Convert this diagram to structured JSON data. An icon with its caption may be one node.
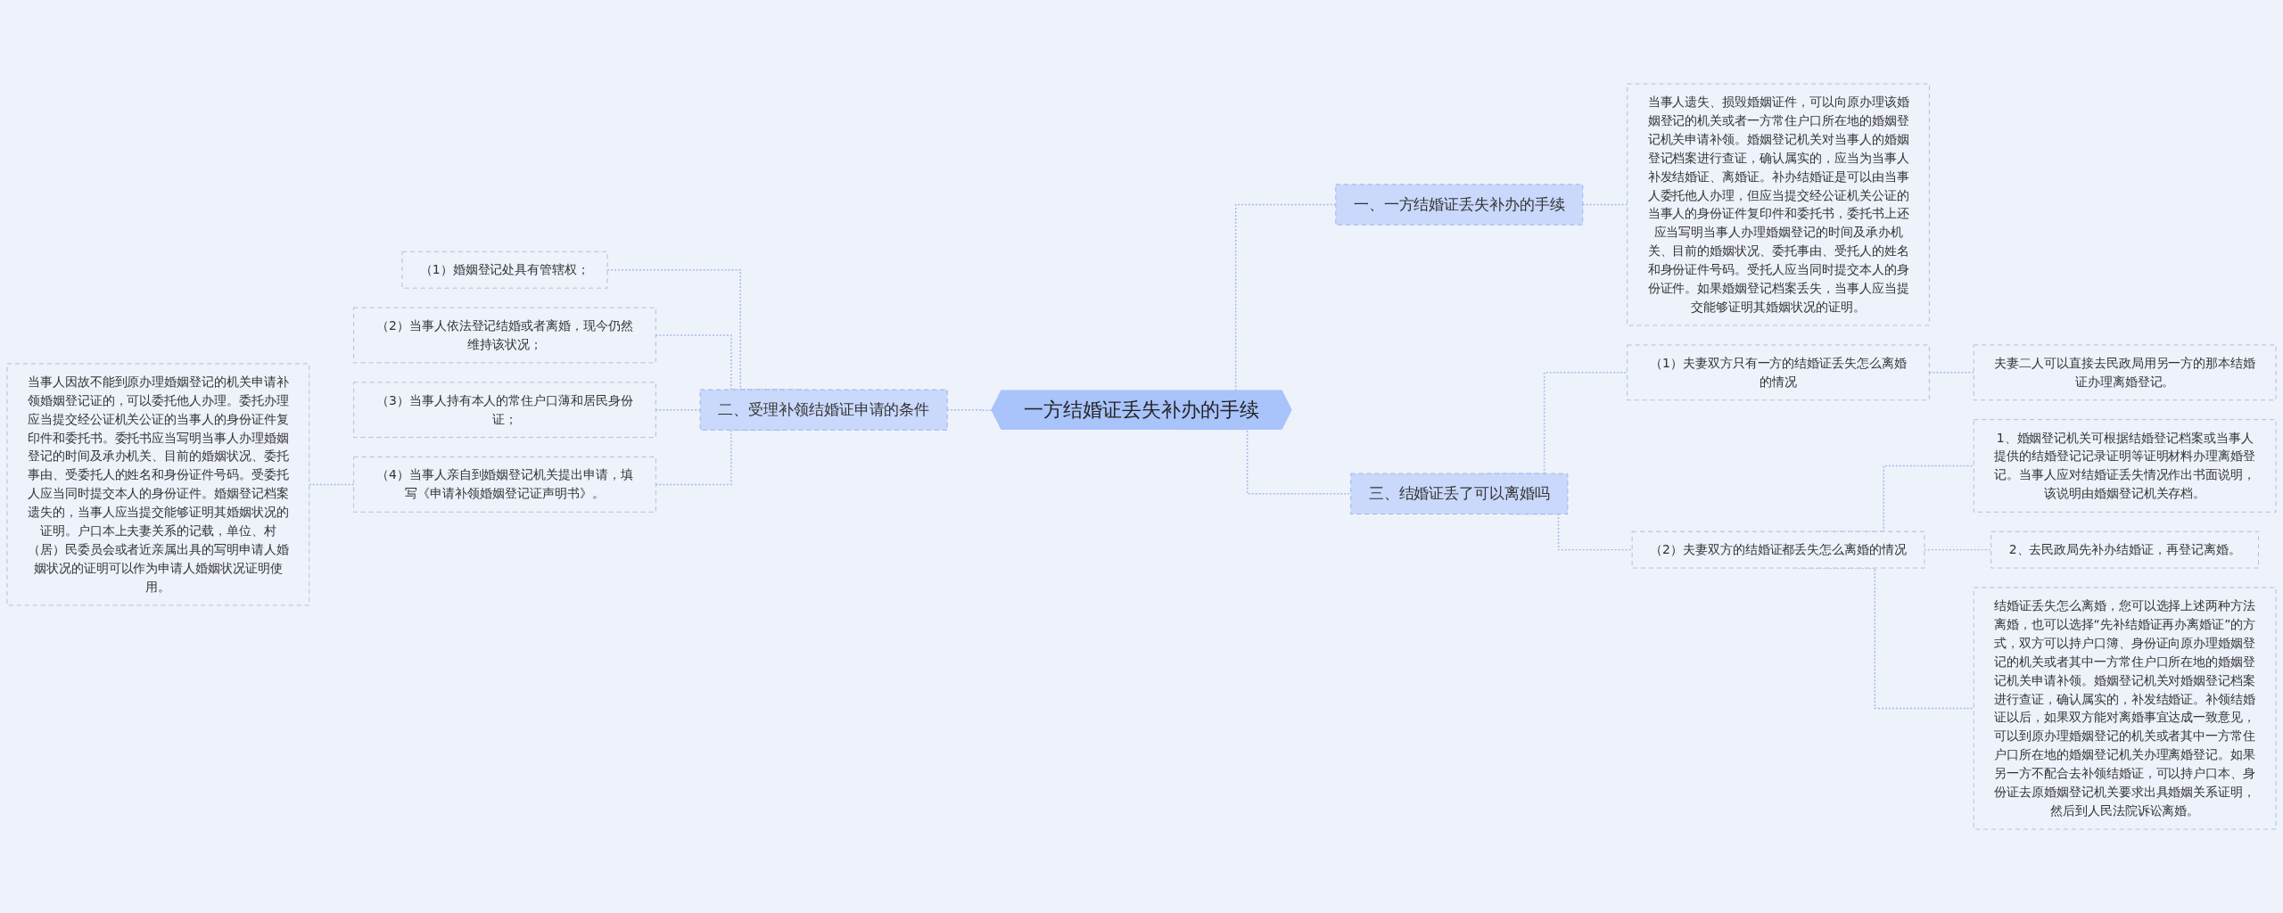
{
  "diagram": {
    "nodes": [
      {
        "text": [
          "一方结婚证丢失补办的手续"
        ]
      },
      {
        "text": [
          "一、一方结婚证丢失补办的手续"
        ]
      },
      {
        "text": [
          "当事人遗失、损毁婚姻证件，可以向原办理该婚姻登记的机关或者一方常住户口所在地的婚姻登记机关申请补领。婚姻登记机关对当事人的婚姻登记档案进行查证，确认属实的，应当为当事人补发结婚证、离婚证。补办结婚证是可以由当事人委托他人办理，但应当提交经公证机关公证的当事人的身份证件复印件和委托书，委托书上还应当写明当事人办理婚姻登记的时间及承办机关、目前的婚姻状况、委托事由、受托人的姓名和身份证件号码。受托人应当同时提交本人的身份证件。如果婚姻登记档案丢失，当事人应当提交能够证明其婚姻状况的证明。"
        ]
      },
      {
        "text": [
          "二、受理补领结婚证申请的条件"
        ]
      },
      {
        "text": [
          "（1）婚姻登记处具有管辖权；"
        ]
      },
      {
        "text": [
          "（2）当事人依法登记结婚或者离婚，现今仍然维持该状况；"
        ]
      },
      {
        "text": [
          "（3）当事人持有本人的常住户口薄和居民身份证；"
        ]
      },
      {
        "text": [
          "（4）当事人亲自到婚姻登记机关提出申请，填写《申请补领婚姻登记证声明书》。"
        ]
      },
      {
        "text": [
          "当事人因故不能到原办理婚姻登记的机关申请补领婚姻登记证的，可以委托他人办理。委托办理应当提交经公证机关公证的当事人的身份证件复印件和委托书。委托书应当写明当事人办理婚姻登记的时间及承办机关、目前的婚姻状况、委托事由、受委托人的姓名和身份证件号码。受委托人应当同时提交本人的身份证件。婚姻登记档案遗失的，当事人应当提交能够证明其婚姻状况的证明。户口本上夫妻关系的记载，单位、村（居）民委员会或者近亲属出具的写明申请人婚姻状况的证明可以作为申请人婚姻状况证明使用。"
        ]
      },
      {
        "text": [
          "三、结婚证丢了可以离婚吗"
        ]
      },
      {
        "text": [
          "（1）夫妻双方只有一方的结婚证丢失怎么离婚的情况"
        ]
      },
      {
        "text": [
          "夫妻二人可以直接去民政局用另一方的那本结婚证办理离婚登记。"
        ]
      },
      {
        "text": [
          "（2）夫妻双方的结婚证都丢失怎么离婚的情况"
        ]
      },
      {
        "text": [
          "1、婚姻登记机关可根据结婚登记档案或当事人提供的结婚登记记录证明等证明材料办理离婚登记。当事人应对结婚证丢失情况作出书面说明，该说明由婚姻登记机关存档。"
        ]
      },
      {
        "text": [
          "2、去民政局先补办结婚证，再登记离婚。"
        ]
      },
      {
        "text": [
          "结婚证丢失怎么离婚，您可以选择上述两种方法离婚，也可以选择“先补结婚证再办离婚证”的方式，双方可以持户口簿、身份证向原办理婚姻登记的机关或者其中一方常住户口所在地的婚姻登记机关申请补领。婚姻登记机关对婚姻登记档案进行查证，确认属实的，补发结婚证。补领结婚证以后，如果双方能对离婚事宜达成一致意见，可以到原办理婚姻登记的机关或者其中一方常住户口所在地的婚姻登记机关办理离婚登记。如果另一方不配合去补领结婚证，可以持户口本、身份证去原婚姻登记机关要求出具婚姻关系证明，然后到人民法院诉讼离婚。"
        ]
      }
    ],
    "edges": [
      {
        "from": 0,
        "to": 1,
        "arrow": "none",
        "style": "dashed"
      },
      {
        "from": 1,
        "to": 2,
        "arrow": "none",
        "style": "dashed"
      },
      {
        "from": 0,
        "to": 3,
        "arrow": "none",
        "style": "dashed"
      },
      {
        "from": 3,
        "to": 4,
        "arrow": "none",
        "style": "dashed"
      },
      {
        "from": 3,
        "to": 5,
        "arrow": "none",
        "style": "dashed"
      },
      {
        "from": 3,
        "to": 6,
        "arrow": "none",
        "style": "dashed"
      },
      {
        "from": 3,
        "to": 7,
        "arrow": "none",
        "style": "dashed"
      },
      {
        "from": 7,
        "to": 8,
        "arrow": "none",
        "style": "dashed"
      },
      {
        "from": 0,
        "to": 9,
        "arrow": "none",
        "style": "dashed"
      },
      {
        "from": 9,
        "to": 10,
        "arrow": "none",
        "style": "dashed"
      },
      {
        "from": 10,
        "to": 11,
        "arrow": "none",
        "style": "dashed"
      },
      {
        "from": 9,
        "to": 12,
        "arrow": "none",
        "style": "dashed"
      },
      {
        "from": 12,
        "to": 13,
        "arrow": "none",
        "style": "dashed"
      },
      {
        "from": 12,
        "to": 14,
        "arrow": "none",
        "style": "dashed"
      },
      {
        "from": 12,
        "to": 15,
        "arrow": "none",
        "style": "dashed"
      }
    ]
  }
}
